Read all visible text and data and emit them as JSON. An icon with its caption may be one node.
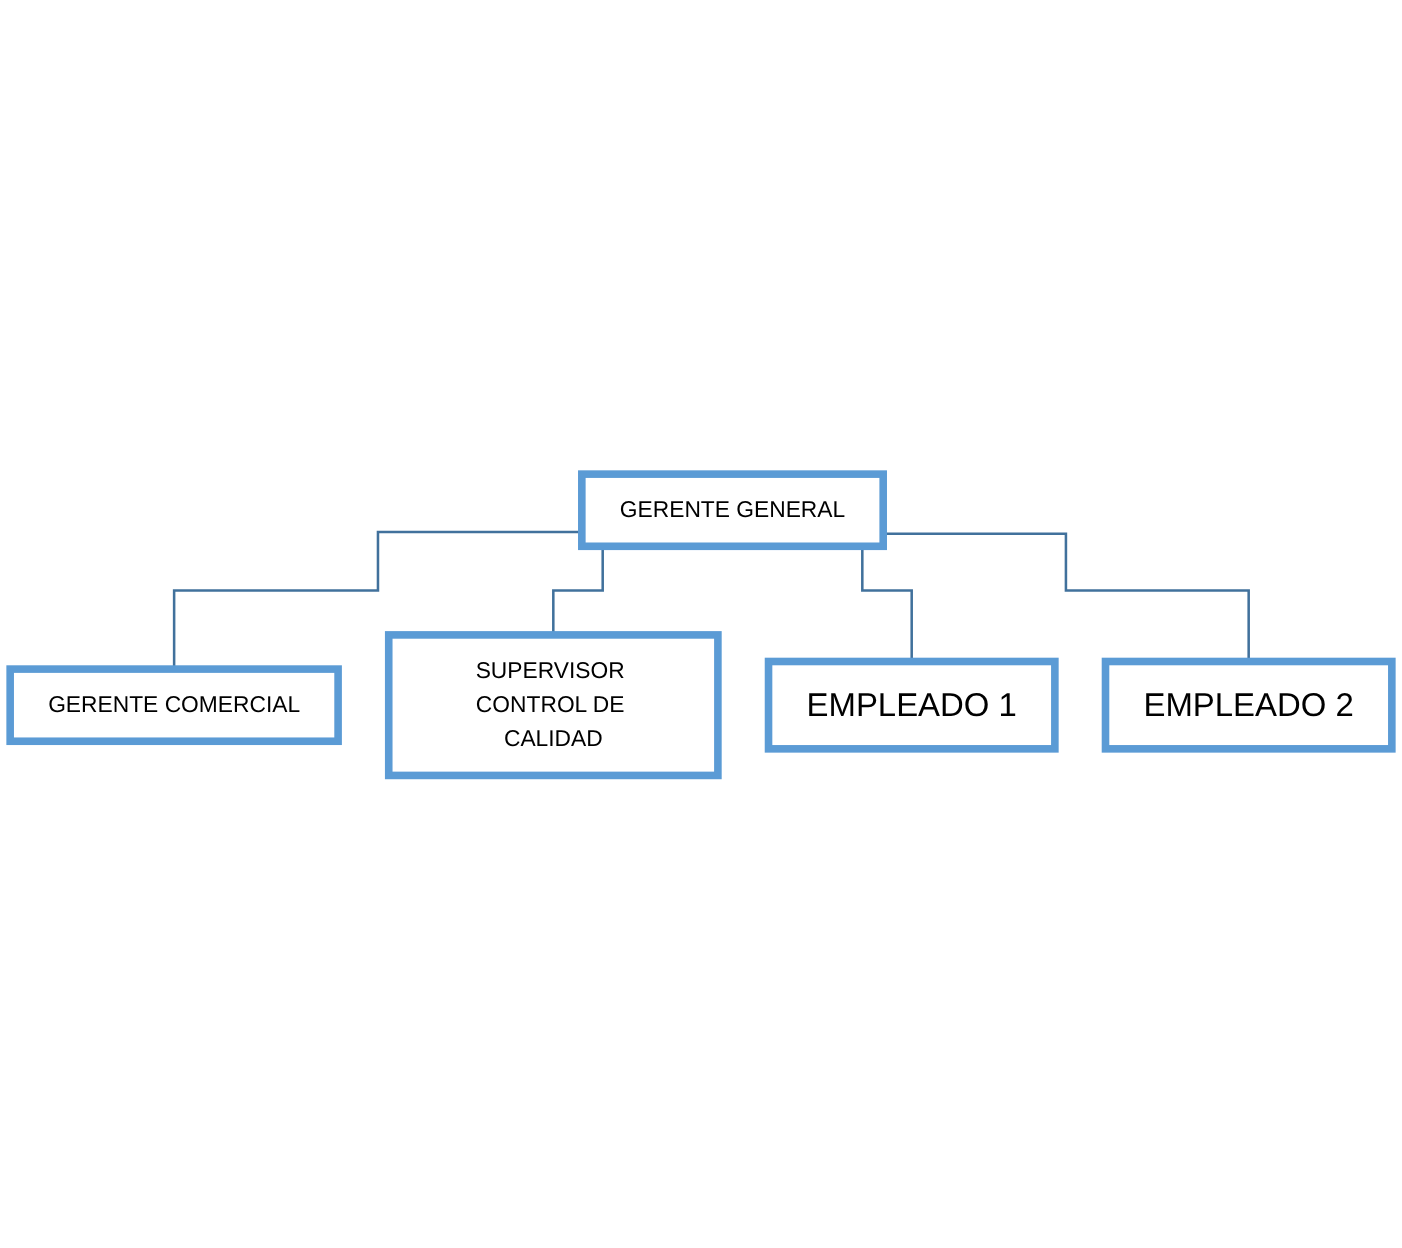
{
  "diagram": {
    "nodes": [
      {
        "text": [
          "GERENTE GENERAL"
        ]
      },
      {
        "text": [
          "GERENTE COMERCIAL"
        ]
      },
      {
        "text": [
          "SUPERVISOR CONTROL DE CALIDAD"
        ]
      },
      {
        "text": [
          "EMPLEADO 1"
        ]
      },
      {
        "text": [
          "EMPLEADO 2"
        ]
      }
    ],
    "edges": [
      {
        "from": 0,
        "to": 1,
        "arrow": "none"
      },
      {
        "from": 0,
        "to": 2,
        "arrow": "none"
      },
      {
        "from": 0,
        "to": 3,
        "arrow": "none"
      },
      {
        "from": 0,
        "to": 4,
        "arrow": "none"
      }
    ]
  }
}
